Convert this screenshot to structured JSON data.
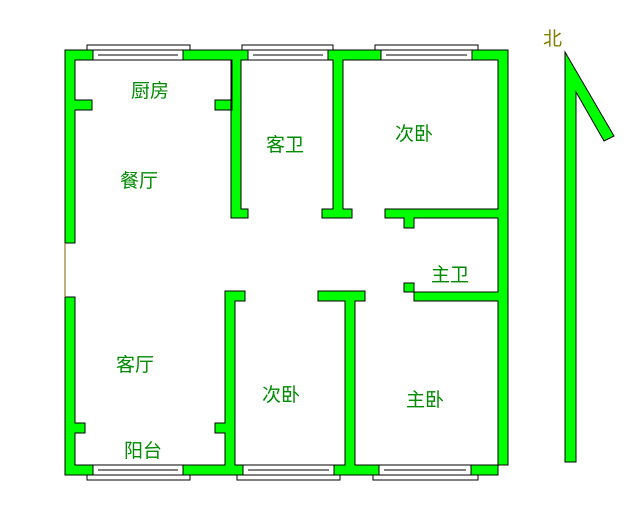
{
  "colors": {
    "wall": "#00ff00",
    "label": "#008a00",
    "outline": "#000000"
  },
  "rooms": {
    "kitchen": "厨房",
    "dining": "餐厅",
    "guest_bath": "客卫",
    "bedroom_ne": "次卧",
    "master_bath": "主卫",
    "living": "客厅",
    "balcony": "阳台",
    "bedroom_s": "次卧",
    "master_bedroom": "主卧"
  },
  "compass": {
    "north_label": "北"
  }
}
